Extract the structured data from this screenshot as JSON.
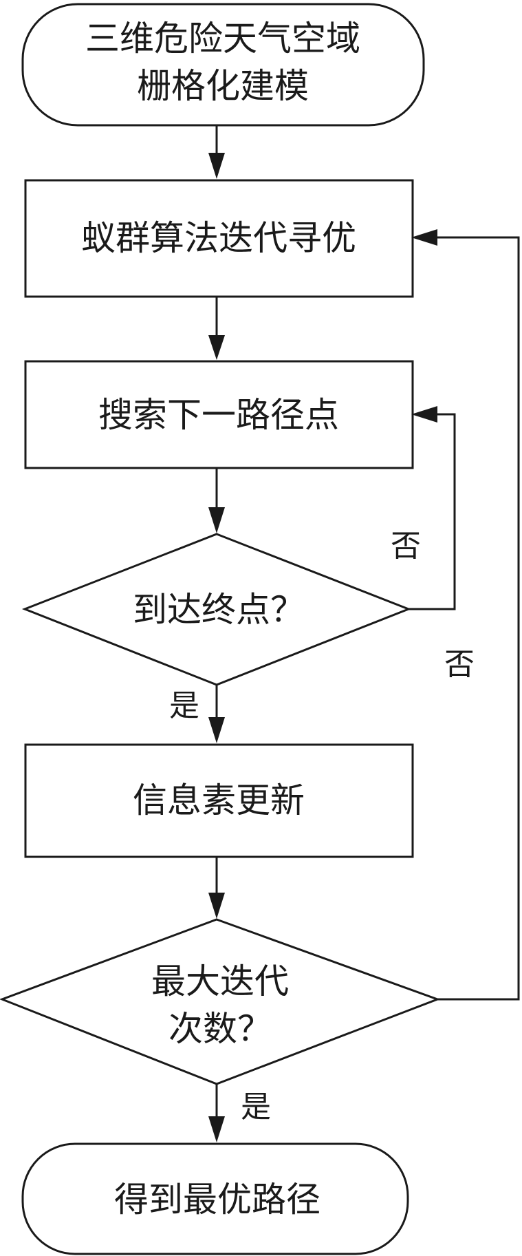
{
  "nodes": {
    "start": {
      "line1": "三维危险天气空域",
      "line2": "栅格化建模"
    },
    "aco_iterate": {
      "text": "蚁群算法迭代寻优"
    },
    "search_next": {
      "text": "搜索下一路径点"
    },
    "reach_end": {
      "text": "到达终点？"
    },
    "pheromone_update": {
      "text": "信息素更新"
    },
    "max_iter": {
      "line1": "最大迭代",
      "line2": "次数？"
    },
    "end": {
      "text": "得到最优路径"
    }
  },
  "edge_labels": {
    "reach_end_no": "否",
    "reach_end_yes": "是",
    "max_iter_no": "否",
    "max_iter_yes": "是"
  }
}
